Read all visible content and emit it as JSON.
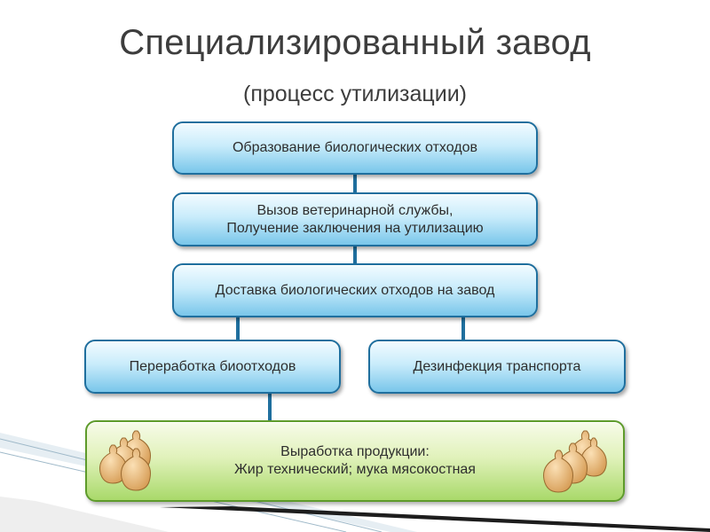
{
  "title": "Специализированный завод",
  "subtitle": "(процесс утилизации)",
  "steps": {
    "formation": "Образование биологических отходов",
    "vet_call_line1": "Вызов ветеринарной службы,",
    "vet_call_line2": "Получение заключения на утилизацию",
    "delivery": "Доставка биологических отходов на завод",
    "processing": "Переработка биоотходов",
    "disinfection": "Дезинфекция транспорта",
    "production_line1": "Выработка продукции:",
    "production_line2": "Жир технический; мука мясокостная"
  },
  "colors": {
    "blue_border": "#1f6f9e",
    "green_border": "#5e9b2b",
    "text": "#2e2e2e"
  },
  "icons": [
    "sacks-icon",
    "sacks-icon"
  ]
}
